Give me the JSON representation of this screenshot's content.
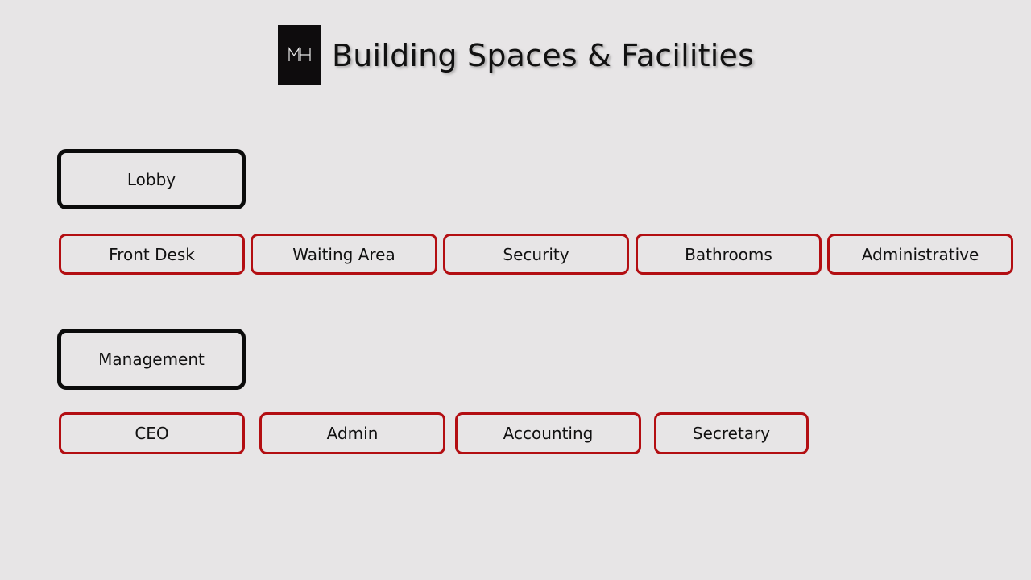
{
  "header": {
    "logo_text": "MH",
    "title": "Building Spaces & Facilities"
  },
  "groups": [
    {
      "label": "Lobby",
      "items": [
        "Front Desk",
        "Waiting Area",
        "Security",
        "Bathrooms",
        "Administrative"
      ]
    },
    {
      "label": "Management",
      "items": [
        "CEO",
        "Admin",
        "Accounting",
        "Secretary"
      ]
    }
  ],
  "colors": {
    "background": "#e7e5e6",
    "logo_background": "#0e0c0d",
    "category_border": "#0b0b0b",
    "item_border": "#b30e12"
  }
}
